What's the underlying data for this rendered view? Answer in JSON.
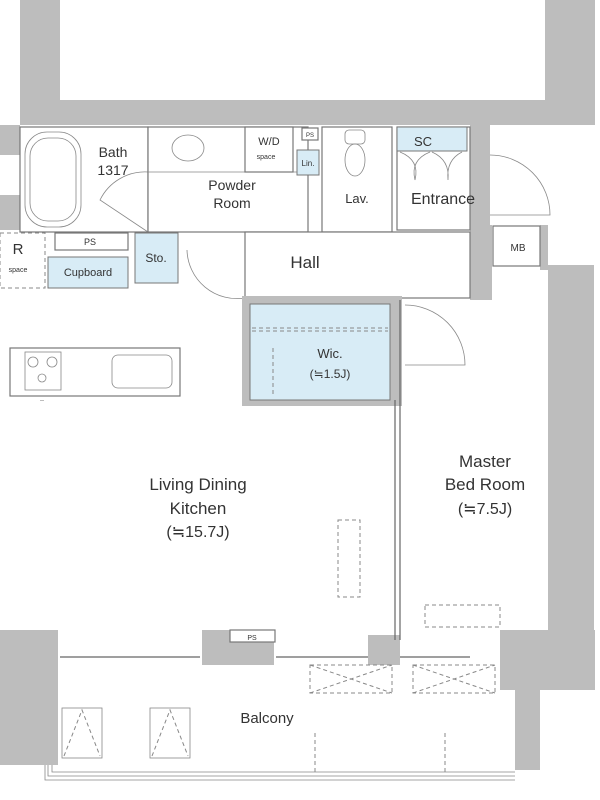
{
  "plan": {
    "rooms": {
      "bath": {
        "name": "Bath",
        "size": "1317"
      },
      "powder_room": {
        "line1": "Powder",
        "line2": "Room"
      },
      "wd": {
        "name": "W/D",
        "sub": "space"
      },
      "ps_top": "PS",
      "linen": "Lin.",
      "lav": "Lav.",
      "shoe_cabinet": "SC",
      "entrance": "Entrance",
      "hall": "Hall",
      "meter_box": "MB",
      "refrigerator": {
        "name": "R",
        "sub": "space"
      },
      "ps_mid": "PS",
      "cupboard": "Cupboard",
      "storage": "Sto.",
      "wic": {
        "name": "Wic.",
        "size": "(≒1.5J)"
      },
      "ldk": {
        "line1": "Living Dining",
        "line2": "Kitchen",
        "size": "(≒15.7J)"
      },
      "bedroom": {
        "line1": "Master",
        "line2": "Bed Room",
        "size": "(≒7.5J)"
      },
      "ps_bottom": "PS",
      "balcony": "Balcony"
    },
    "colors": {
      "wall": "#bdbdbd",
      "storage_fill": "#d8ecf6"
    }
  }
}
